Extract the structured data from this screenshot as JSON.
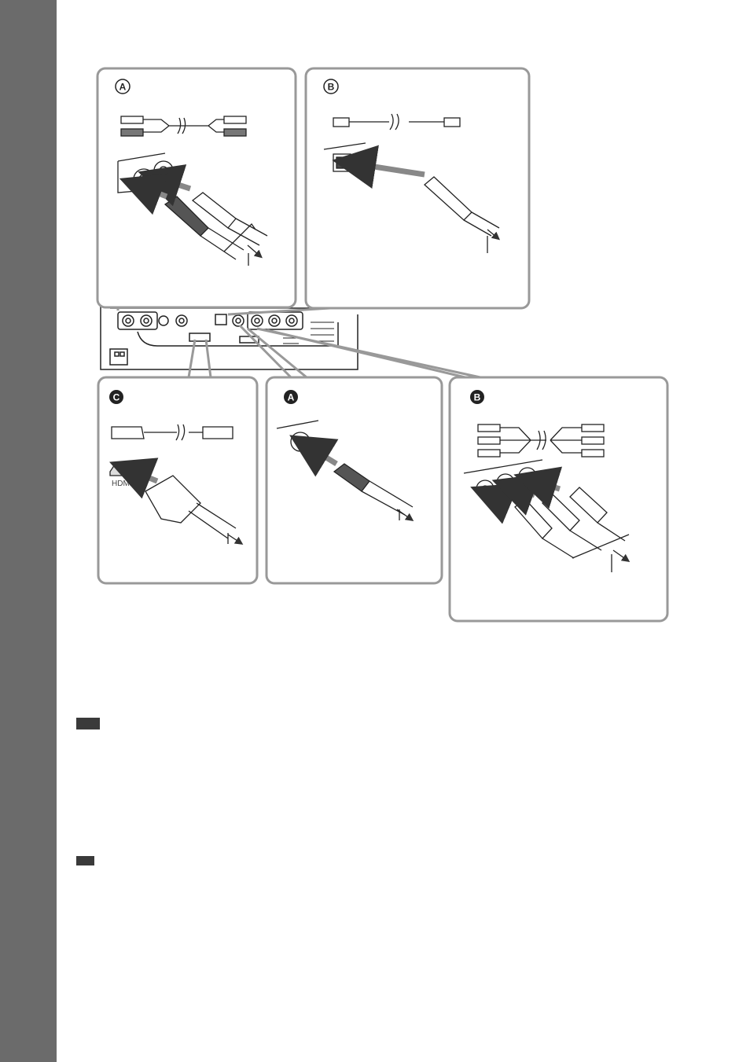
{
  "page": {
    "side_tab_color": "#6b6b6b",
    "note_badge_color": "#3a3a3a"
  },
  "panels": [
    {
      "id": "top-left",
      "letter": "A",
      "letter_style": "outlined",
      "content": "stereo-audio-rca-cable"
    },
    {
      "id": "top-right",
      "letter": "B",
      "letter_style": "outlined",
      "content": "optical-digital-cable"
    },
    {
      "id": "bottom-left",
      "letter": "C",
      "letter_style": "filled",
      "content": "hdmi-cable"
    },
    {
      "id": "bottom-middle",
      "letter": "A",
      "letter_style": "filled",
      "content": "coaxial-digital-cable"
    },
    {
      "id": "bottom-right",
      "letter": "B",
      "letter_style": "filled",
      "content": "component-video-cable"
    }
  ],
  "badges": [
    {
      "id": "note-1"
    },
    {
      "id": "note-2"
    }
  ]
}
